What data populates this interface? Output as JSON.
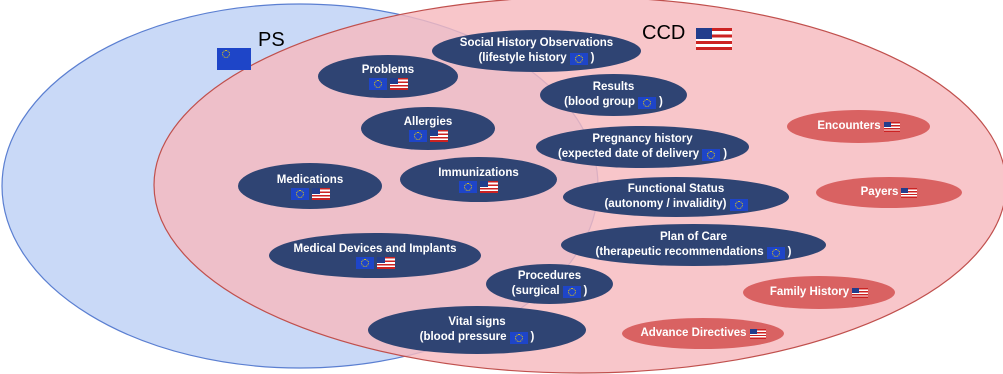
{
  "sets": {
    "ps": {
      "label": "PS",
      "flag": "eu-flag",
      "color": "#c9d9f7"
    },
    "ccd": {
      "label": "CCD",
      "flag": "us-flag",
      "color": "#f9c3c6"
    }
  },
  "nodes": [
    {
      "id": "social-history",
      "line1": "Social History Observations",
      "line2": "(lifestyle history",
      "line2_end": ")",
      "flags": [
        "eu"
      ],
      "flags_inline": true
    },
    {
      "id": "problems",
      "line1": "Problems",
      "flags": [
        "eu",
        "us"
      ]
    },
    {
      "id": "results",
      "line1": "Results",
      "line2": "(blood group",
      "line2_end": ")",
      "flags": [
        "eu"
      ],
      "flags_inline": true
    },
    {
      "id": "allergies",
      "line1": "Allergies",
      "flags": [
        "eu",
        "us"
      ]
    },
    {
      "id": "pregnancy",
      "line1": "Pregnancy history",
      "line2": "(expected date of delivery",
      "line2_end": ")",
      "flags": [
        "eu"
      ],
      "flags_inline": true
    },
    {
      "id": "medications",
      "line1": "Medications",
      "flags": [
        "eu",
        "us"
      ]
    },
    {
      "id": "immunizations",
      "line1": "Immunizations",
      "flags": [
        "eu",
        "us"
      ]
    },
    {
      "id": "functional-status",
      "line1": "Functional Status",
      "line2": "(autonomy / invalidity)",
      "line2_end": "",
      "flags": [
        "eu"
      ],
      "flags_inline": true
    },
    {
      "id": "plan-of-care",
      "line1": "Plan of Care",
      "line2": "(therapeutic recommendations",
      "line2_end": ")",
      "flags": [
        "eu"
      ],
      "flags_inline": true
    },
    {
      "id": "medical-devices",
      "line1": "Medical Devices and Implants",
      "flags": [
        "eu",
        "us"
      ]
    },
    {
      "id": "procedures",
      "line1": "Procedures",
      "line2": "(surgical",
      "line2_end": ")",
      "flags": [
        "eu"
      ],
      "flags_inline": true
    },
    {
      "id": "vital-signs",
      "line1": "Vital signs",
      "line2": "(blood pressure",
      "line2_end": ")",
      "flags": [
        "eu"
      ],
      "flags_inline": true
    },
    {
      "id": "encounters",
      "line1": "Encounters",
      "flags": [
        "us"
      ],
      "style": "red"
    },
    {
      "id": "payers",
      "line1": "Payers",
      "flags": [
        "us"
      ],
      "style": "red"
    },
    {
      "id": "family-history",
      "line1": "Family History",
      "flags": [
        "us"
      ],
      "style": "red"
    },
    {
      "id": "advance-directives",
      "line1": "Advance Directives",
      "flags": [
        "us"
      ],
      "style": "red"
    }
  ]
}
